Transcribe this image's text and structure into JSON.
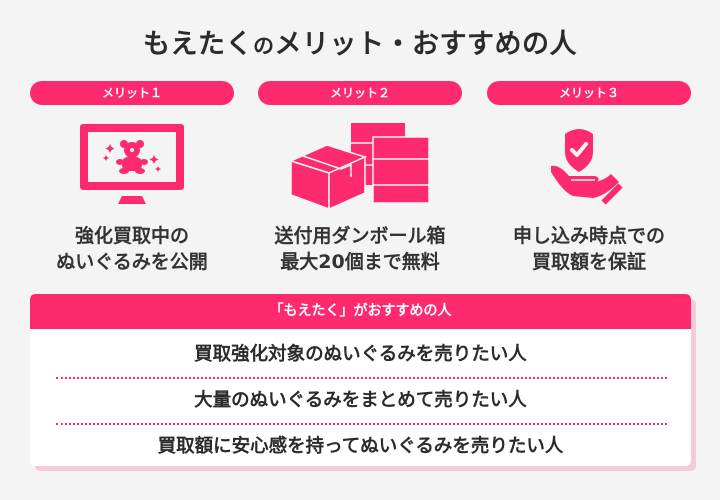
{
  "title": {
    "brand": "もえたく",
    "particle": "の",
    "rest": "メリット・おすすめの人"
  },
  "colors": {
    "accent": "#fd2a6d",
    "shadow": "#f7cad8",
    "background": "#f4f4f4",
    "text": "#2b2b2b"
  },
  "merits": [
    {
      "label": "メリット１",
      "icon": "monitor-teddy-bear-icon",
      "line1": "強化買取中の",
      "line2": "ぬいぐるみを公開"
    },
    {
      "label": "メリット２",
      "icon": "cardboard-boxes-icon",
      "line1": "送付用ダンボール箱",
      "line2": "最大20個まで無料"
    },
    {
      "label": "メリット３",
      "icon": "shield-check-hand-icon",
      "line1": "申し込み時点での",
      "line2": "買取額を保証"
    }
  ],
  "recommend": {
    "header": "「もえたく」がおすすめの人",
    "items": [
      "買取強化対象のぬいぐるみを売りたい人",
      "大量のぬいぐるみをまとめて売りたい人",
      "買取額に安心感を持ってぬいぐるみを売りたい人"
    ]
  }
}
